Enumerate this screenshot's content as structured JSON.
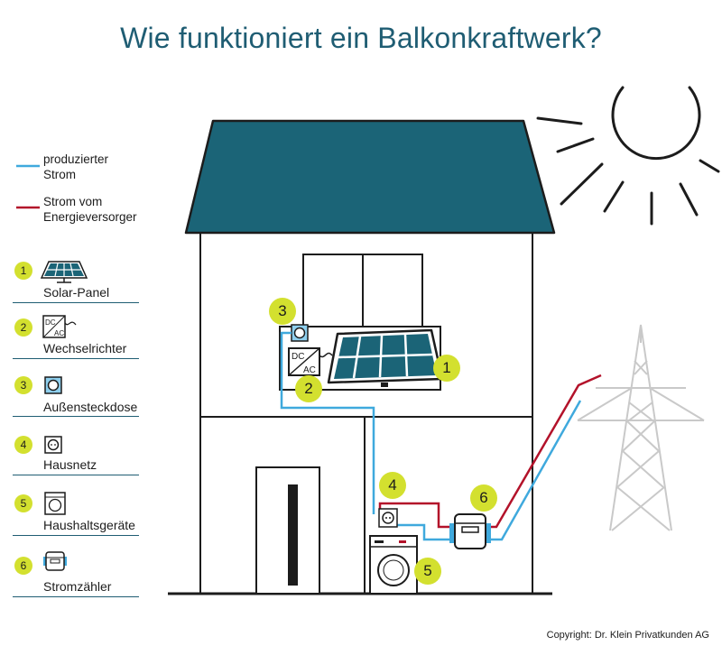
{
  "title": "Wie funktioniert ein Balkonkraftwerk?",
  "legend": {
    "produced": [
      "produzierter",
      "Strom"
    ],
    "supplier": [
      "Strom vom",
      "Energieversorger"
    ],
    "items": [
      {
        "num": "1",
        "label": "Solar-Panel"
      },
      {
        "num": "2",
        "label": "Wechselrichter"
      },
      {
        "num": "3",
        "label": "Außensteckdose"
      },
      {
        "num": "4",
        "label": "Hausnetz"
      },
      {
        "num": "5",
        "label": "Haushaltsgeräte"
      },
      {
        "num": "6",
        "label": "Stromzähler"
      }
    ]
  },
  "inverter": {
    "dc": "DC",
    "ac": "AC"
  },
  "markers": [
    "1",
    "2",
    "3",
    "4",
    "5",
    "6"
  ],
  "copyright": "Copyright: Dr. Klein Privatkunden AG",
  "colors": {
    "title": "#1f5d73",
    "roof": "#1b6477",
    "produced_line": "#3fa9dd",
    "supplier_line": "#b3122a",
    "badge": "#d3e02f",
    "outline": "#1c1c1c"
  }
}
